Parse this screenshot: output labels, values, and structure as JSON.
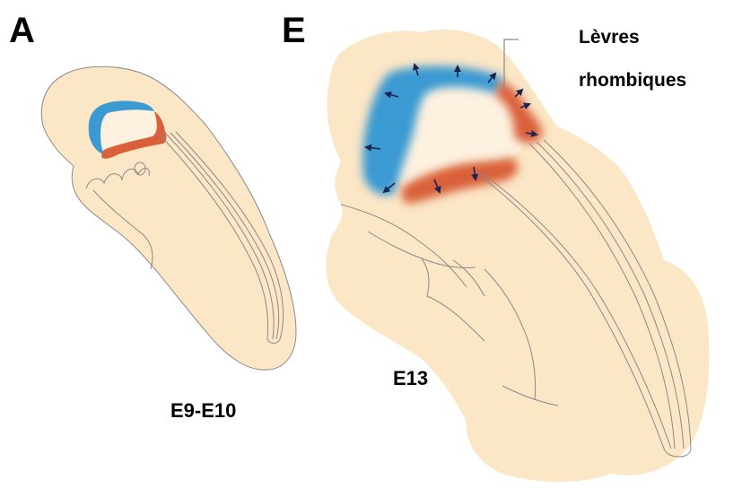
{
  "panels": [
    {
      "letter": "A",
      "stage": "E9-E10"
    },
    {
      "letter": "E",
      "stage": "E13"
    }
  ],
  "annotation": {
    "line1": "Lèvres",
    "line2": "rhombiques"
  },
  "colors": {
    "tissue_fill": "#fbe6c6",
    "tissue_inner": "#fdf1df",
    "outline": "#8a8a8a",
    "blue_domain": "#3b9ad2",
    "red_domain": "#d9603a",
    "arrow": "#1c2552"
  }
}
